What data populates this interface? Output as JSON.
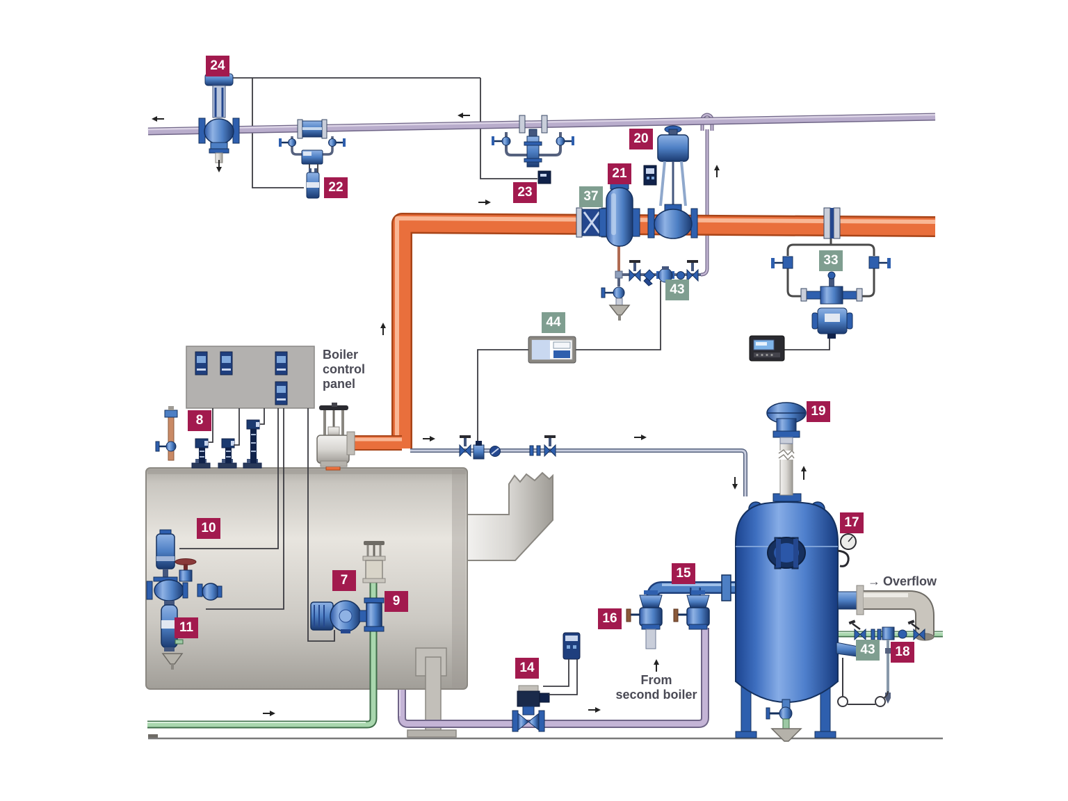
{
  "colors": {
    "badge_magenta": "#A21A4E",
    "badge_green": "#7F9E90",
    "steam_pipe": "#E96F3C",
    "steam_pipe_dark": "#A84418",
    "steam_pipe_highlight": "#F9B795",
    "condensate_pipe": "#B9ADCC",
    "blowdown_pipe": "#C4B4D6",
    "water_pipe_green": "#A9D7AE",
    "header_pipe_blue": "#4D7FC4",
    "equipment_blue": "#2E5FAE",
    "tank_blue": "#2B57A8",
    "boiler_gray": "#CFCCC6",
    "annotation_text": "#4A4A55"
  },
  "badges": [
    {
      "text": "24",
      "color": "magenta"
    },
    {
      "text": "22",
      "color": "magenta"
    },
    {
      "text": "23",
      "color": "magenta"
    },
    {
      "text": "20",
      "color": "magenta"
    },
    {
      "text": "21",
      "color": "magenta"
    },
    {
      "text": "37",
      "color": "green"
    },
    {
      "text": "43",
      "color": "green"
    },
    {
      "text": "44",
      "color": "green"
    },
    {
      "text": "33",
      "color": "green"
    },
    {
      "text": "8",
      "color": "magenta"
    },
    {
      "text": "10",
      "color": "magenta"
    },
    {
      "text": "11",
      "color": "magenta"
    },
    {
      "text": "7",
      "color": "magenta"
    },
    {
      "text": "9",
      "color": "magenta"
    },
    {
      "text": "14",
      "color": "magenta"
    },
    {
      "text": "15",
      "color": "magenta"
    },
    {
      "text": "16",
      "color": "magenta"
    },
    {
      "text": "19",
      "color": "magenta"
    },
    {
      "text": "17",
      "color": "magenta"
    },
    {
      "text": "43",
      "color": "green"
    },
    {
      "text": "18",
      "color": "magenta"
    }
  ],
  "texts": {
    "boiler_control_panel": {
      "line1": "Boiler",
      "line2": "control",
      "line3": "panel"
    },
    "from_second_boiler": {
      "line1": "From",
      "line2": "second boiler"
    },
    "overflow": {
      "arrow": "→",
      "label": "Overflow"
    }
  }
}
